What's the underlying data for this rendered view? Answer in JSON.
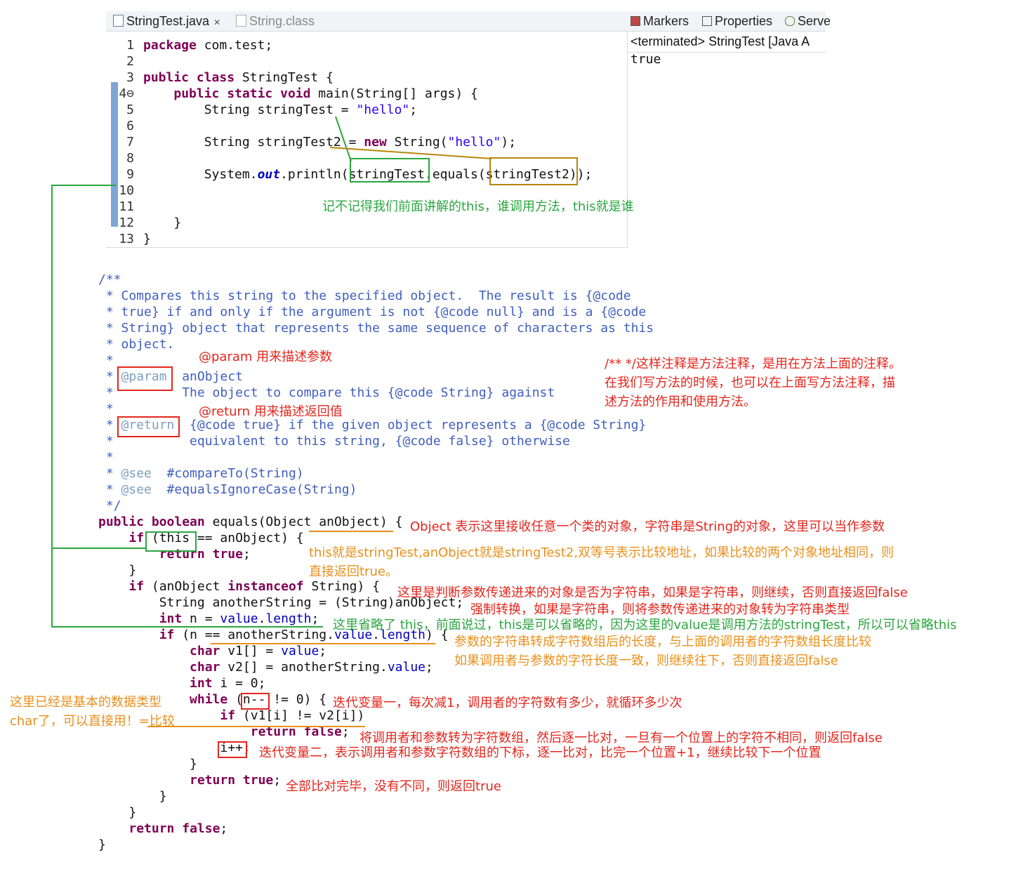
{
  "editor": {
    "tabs": [
      {
        "label": "StringTest.java",
        "close": "✕",
        "active": true
      },
      {
        "label": "String.class",
        "active": false
      }
    ],
    "lines": [
      {
        "num": "1",
        "text": "package com.test;"
      },
      {
        "num": "2",
        "text": ""
      },
      {
        "num": "3",
        "text": "public class StringTest {"
      },
      {
        "num": "4⊖",
        "text": "    public static void main(String[] args) {"
      },
      {
        "num": "5",
        "text": "        String stringTest = \"hello\";"
      },
      {
        "num": "6",
        "text": ""
      },
      {
        "num": "7",
        "text": "        String stringTest2 = new String(\"hello\");"
      },
      {
        "num": "8",
        "text": ""
      },
      {
        "num": "9",
        "text": "        System.out.println(stringTest.equals(stringTest2));"
      },
      {
        "num": "10",
        "text": ""
      },
      {
        "num": "11",
        "text": ""
      },
      {
        "num": "12",
        "text": "    }"
      },
      {
        "num": "13",
        "text": "}"
      }
    ]
  },
  "console": {
    "tabs": [
      "Markers",
      "Properties",
      "Serve"
    ],
    "status": "<terminated> StringTest [Java A",
    "output": "true"
  },
  "source": {
    "lines": [
      "/**",
      " * Compares this string to the specified object.  The result is {@code",
      " * true} if and only if the argument is not {@code null} and is a {@code",
      " * String} object that represents the same sequence of characters as this",
      " * object.",
      " *",
      " * @param  anObject",
      " *         The object to compare this {@code String} against",
      " *",
      " * @return  {@code true} if the given object represents a {@code String}",
      " *          equivalent to this string, {@code false} otherwise",
      " *",
      " * @see  #compareTo(String)",
      " * @see  #equalsIgnoreCase(String)",
      " */",
      "public boolean equals(Object anObject) {",
      "    if (this == anObject) {",
      "        return true;",
      "    }",
      "    if (anObject instanceof String) {",
      "        String anotherString = (String)anObject;",
      "        int n = value.length;",
      "        if (n == anotherString.value.length) {",
      "            char v1[] = value;",
      "            char v2[] = anotherString.value;",
      "            int i = 0;",
      "            while (n-- != 0) {",
      "                if (v1[i] != v2[i])",
      "                    return false;",
      "                i++;",
      "            }",
      "            return true;",
      "        }",
      "    }",
      "    return false;",
      "}"
    ]
  },
  "annotations": {
    "this_note": "记不记得我们前面讲解的this，谁调用方法，this就是谁",
    "param_note": "@param 用来描述参数",
    "return_note": "@return 用来描述返回值",
    "method_comment_note": [
      "/**  */这样注释是方法注释，是用在方法上面的注释。",
      "在我们写方法的时候，也可以在上面写方法注释，描",
      "述方法的作用和使用方法。"
    ],
    "object_note": "Object 表示这里接收任意一个类的对象，字符串是String的对象，这里可以当作参数",
    "this_compare_note": [
      "this就是stringTest,anObject就是stringTest2,双等号表示比较地址，如果比较的两个对象地址相同，则",
      "直接返回true。"
    ],
    "instanceof_note": "这里是判断参数传递进来的对象是否为字符串，如果是字符串，则继续，否则直接返回false",
    "cast_note": "强制转换，如果是字符串，则将参数传递进来的对象转为字符串类型",
    "value_note": "这里省略了 this，前面说过，this是可以省略的，因为这里的value是调用方法的stringTest，所以可以省略this",
    "length_note": [
      "参数的字符串转成字符数组后的长度，与上面的调用者的字符数组长度比较",
      "如果调用者与参数的字符长度一致，则继续往下，否则直接返回false"
    ],
    "while_note": "迭代变量一，每次减1，调用者的字符数有多少，就循环多少次",
    "char_note": [
      "这里已经是基本的数据类型",
      "char了，可以直接用！=比较"
    ],
    "return_false_note": "将调用者和参数转为字符数组，然后逐一比对，一旦有一个位置上的字符不相同，则返回false",
    "i_note": "迭代变量二，表示调用者和参数字符数组的下标，逐一比对，比完一个位置+1，继续比较下一个位置",
    "return_true_note": "全部比对完毕，没有不同，则返回true"
  },
  "colors": {
    "red": "#e3261d",
    "green": "#2ba640",
    "orange": "#e8901c",
    "gold": "#b8860b",
    "comment": "#3f5fbf",
    "keyword": "#7f0055",
    "string": "#2a00ff"
  }
}
